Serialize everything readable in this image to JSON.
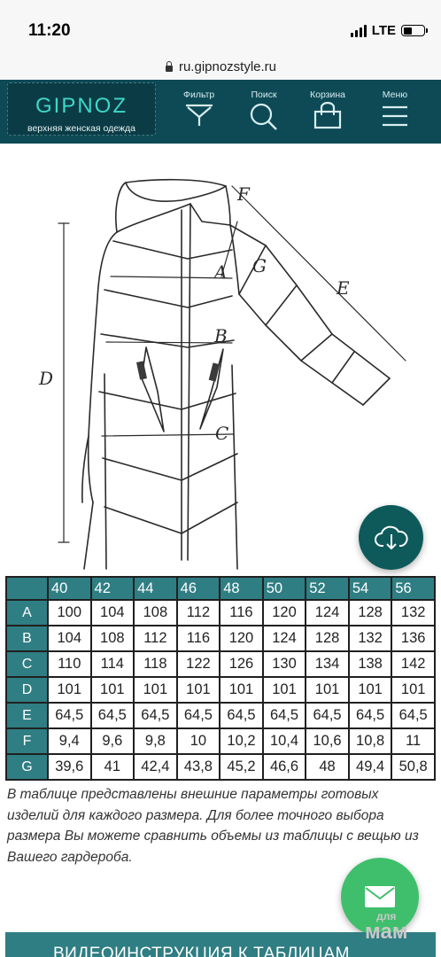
{
  "status_bar": {
    "time": "11:20",
    "network": "LTE",
    "battery_level": 0.45
  },
  "browser": {
    "url": "ru.gipnozstyle.ru"
  },
  "header": {
    "brand": "GIPNOZ",
    "tagline": "верхняя женская одежда",
    "nav": [
      {
        "label": "Фильтр",
        "icon": "filter-icon"
      },
      {
        "label": "Поиск",
        "icon": "search-icon"
      },
      {
        "label": "Корзина",
        "icon": "cart-icon"
      },
      {
        "label": "Меню",
        "icon": "menu-icon"
      }
    ]
  },
  "drawing": {
    "labels": [
      "A",
      "B",
      "C",
      "D",
      "E",
      "F",
      "G"
    ]
  },
  "table": {
    "sizes": [
      "40",
      "42",
      "44",
      "46",
      "48",
      "50",
      "52",
      "54",
      "56"
    ],
    "rows": [
      {
        "label": "A",
        "values": [
          "100",
          "104",
          "108",
          "112",
          "116",
          "120",
          "124",
          "128",
          "132"
        ]
      },
      {
        "label": "B",
        "values": [
          "104",
          "108",
          "112",
          "116",
          "120",
          "124",
          "128",
          "132",
          "136"
        ]
      },
      {
        "label": "C",
        "values": [
          "110",
          "114",
          "118",
          "122",
          "126",
          "130",
          "134",
          "138",
          "142"
        ]
      },
      {
        "label": "D",
        "values": [
          "101",
          "101",
          "101",
          "101",
          "101",
          "101",
          "101",
          "101",
          "101"
        ]
      },
      {
        "label": "E",
        "values": [
          "64,5",
          "64,5",
          "64,5",
          "64,5",
          "64,5",
          "64,5",
          "64,5",
          "64,5",
          "64,5"
        ]
      },
      {
        "label": "F",
        "values": [
          "9,4",
          "9,6",
          "9,8",
          "10",
          "10,2",
          "10,4",
          "10,6",
          "10,8",
          "11"
        ]
      },
      {
        "label": "G",
        "values": [
          "39,6",
          "41",
          "42,4",
          "43,8",
          "45,2",
          "46,6",
          "48",
          "49,4",
          "50,8"
        ]
      }
    ]
  },
  "description": "В таблице представлены внешние параметры готовых изделий для каждого размера. Для более точного выбора размера Вы можете сравнить объемы из таблицы с вещью из Вашего гардероба.",
  "bottom_banner": "ВИДЕОИНСТРУКЦИЯ К ТАБЛИЦАМ",
  "watermark": {
    "line1": "для",
    "line2": "мам"
  },
  "colors": {
    "header_bg": "#0d4a56",
    "table_accent": "#2f7e83",
    "fab_download": "#0e5a5b",
    "fab_mail": "#3fbf6b",
    "logo_text": "#3fd7c8"
  }
}
